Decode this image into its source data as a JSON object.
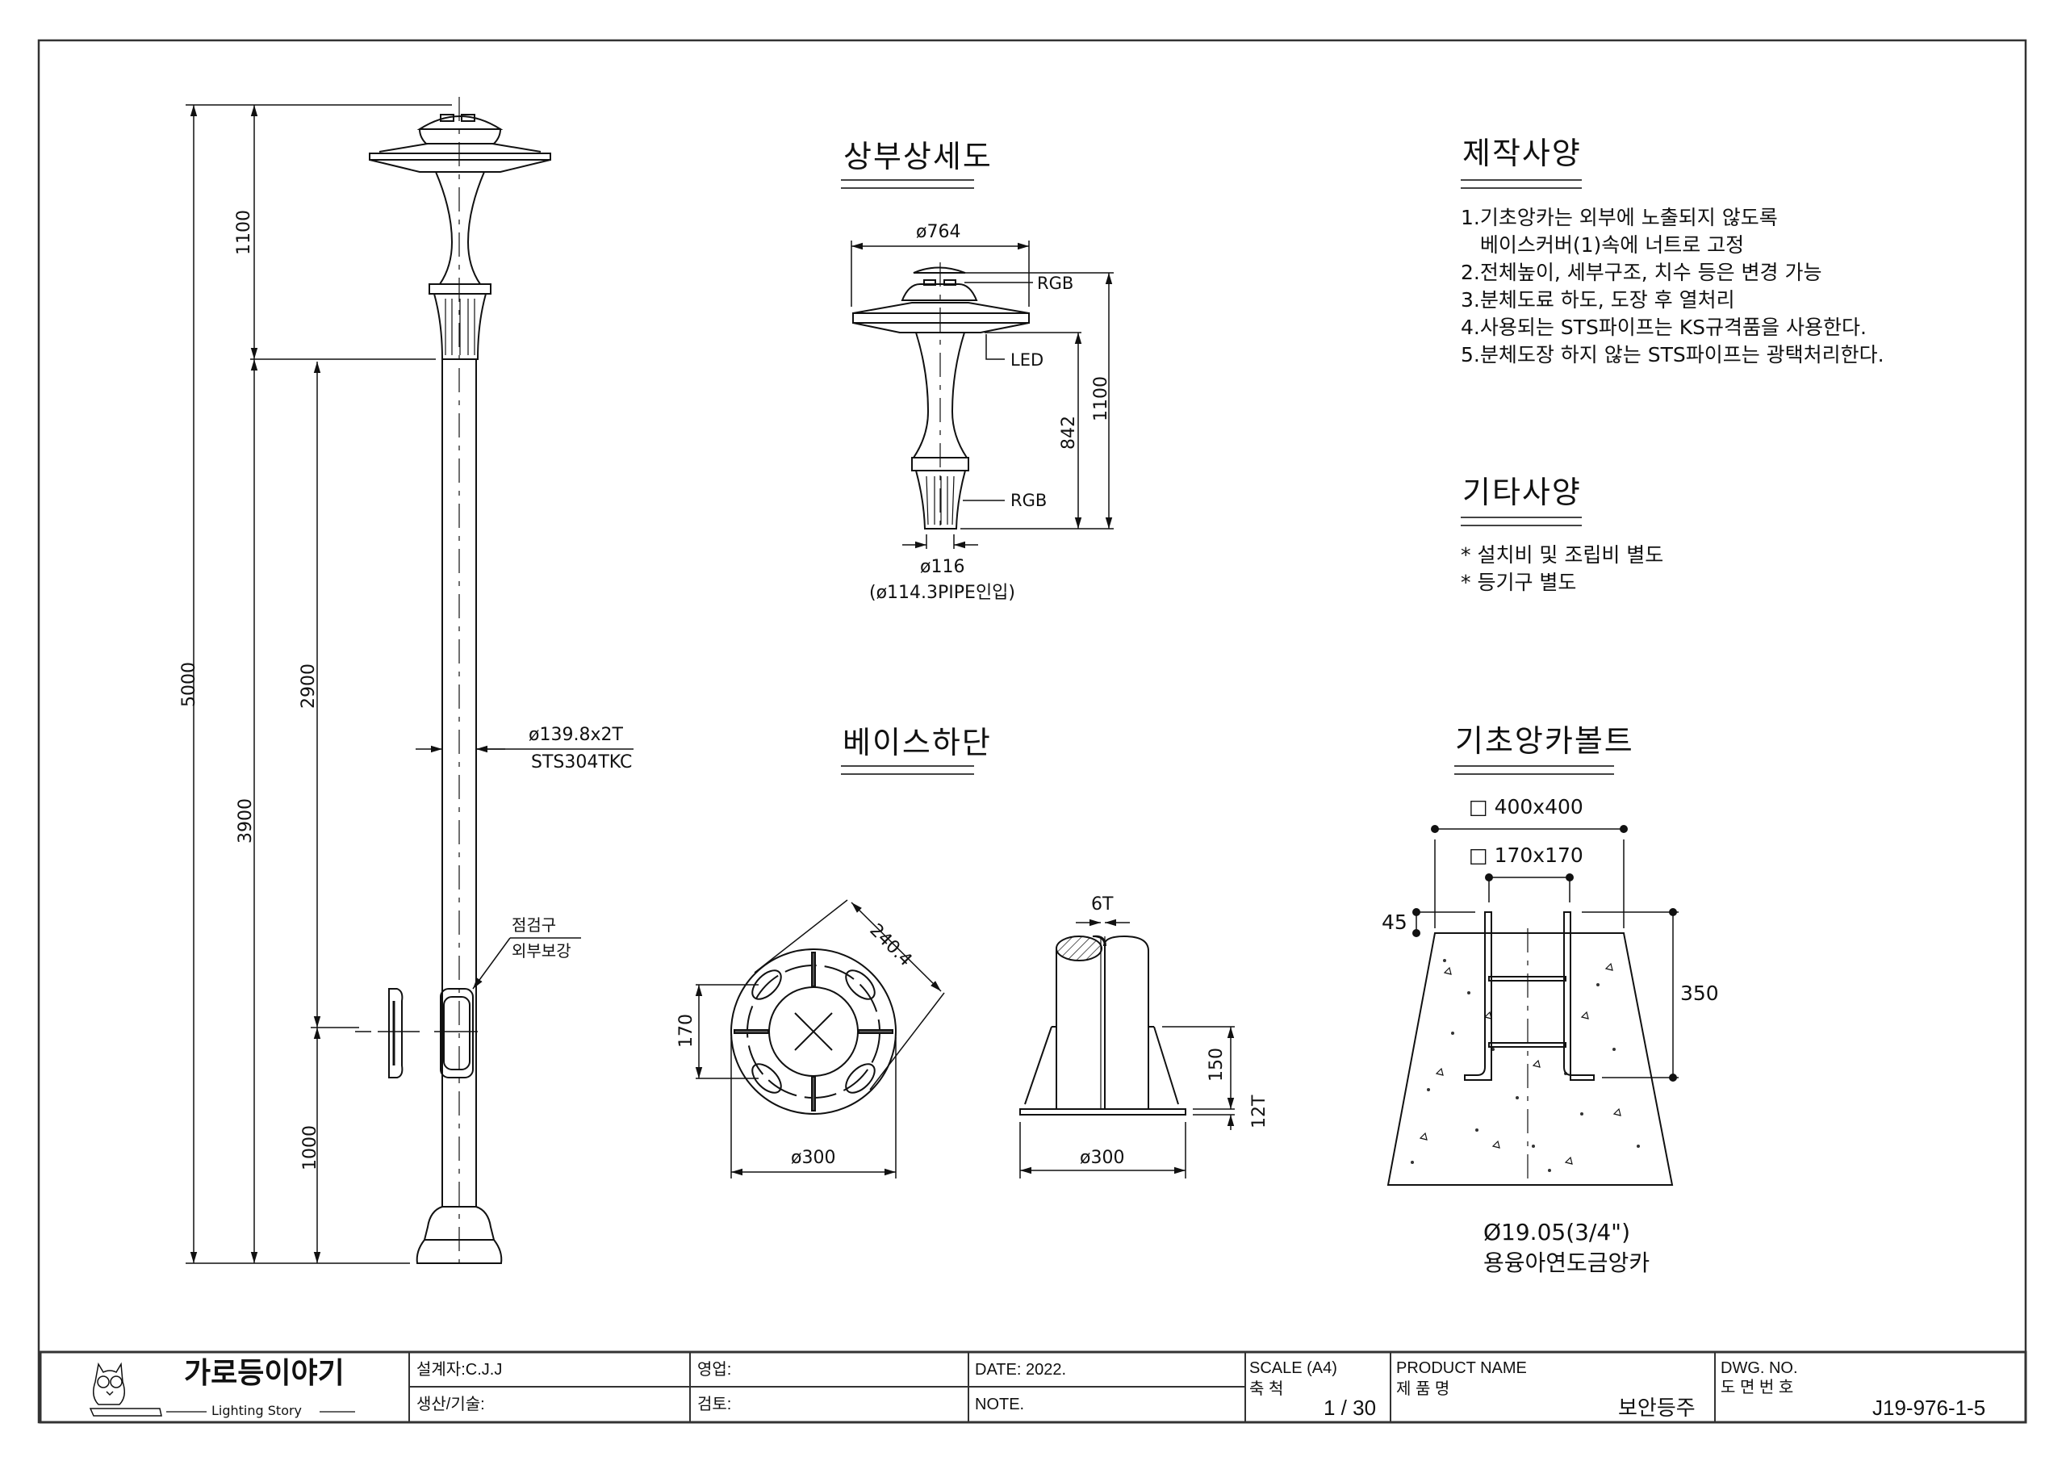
{
  "views": {
    "top_detail": {
      "title": "상부상세도",
      "diameter": "ø764",
      "label_rgb_top": "RGB",
      "label_led": "LED",
      "label_rgb_bottom": "RGB",
      "dim_842": "842",
      "dim_1100": "1100",
      "pipe_dia": "ø116",
      "pipe_note": "(ø114.3PIPE인입)"
    },
    "pole": {
      "dim_total": "5000",
      "dim_head": "1100",
      "dim_3900": "3900",
      "dim_2900": "2900",
      "dim_1000": "1000",
      "pipe_spec": "ø139.8x2T",
      "pipe_material": "STS304TKC",
      "hatch_label_1": "점검구",
      "hatch_label_2": "외부보강"
    },
    "base_bottom": {
      "title": "베이스하단",
      "dim_diag": "240.4",
      "dim_170": "170",
      "dim_dia_plate": "ø300",
      "dim_6t": "6T",
      "dim_150": "150",
      "dim_12t": "12T",
      "dim_dia_side": "ø300"
    },
    "anchor": {
      "title": "기초앙카볼트",
      "outer": "□ 400x400",
      "inner": "□ 170x170",
      "dim_45": "45",
      "dim_350": "350",
      "bolt_spec": "Ø19.05(3/4\")",
      "bolt_desc": "용융아연도금앙카"
    }
  },
  "specs": {
    "title": "제작사양",
    "items": [
      "1.기초앙카는 외부에 노출되지 않도록",
      "   베이스커버(1)속에 너트로 고정",
      "2.전체높이, 세부구조, 치수 등은 변경 가능",
      "3.분체도료 하도, 도장 후 열처리",
      "4.사용되는 STS파이프는 KS규격품을 사용한다.",
      "5.분체도장 하지 않는 STS파이프는 광택처리한다."
    ]
  },
  "other_specs": {
    "title": "기타사양",
    "items": [
      "* 설치비 및 조립비 별도",
      "* 등기구 별도"
    ]
  },
  "title_block": {
    "logo_name": "가로등이야기",
    "logo_sub": "Lighting Story",
    "designer": "설계자:C.J.J",
    "production": "생산/기술:",
    "sales": "영업:",
    "review": "검토:",
    "date": "DATE: 2022.",
    "note": "NOTE.",
    "scale_label": "SCALE (A4)",
    "scale_kr": "축 척",
    "scale_value": "1 / 30",
    "product_label": "PRODUCT NAME",
    "product_kr": "제 품 명",
    "product_value": "보안등주",
    "dwg_label": "DWG. NO.",
    "dwg_kr": "도 면 번 호",
    "dwg_value": "J19-976-1-5"
  }
}
